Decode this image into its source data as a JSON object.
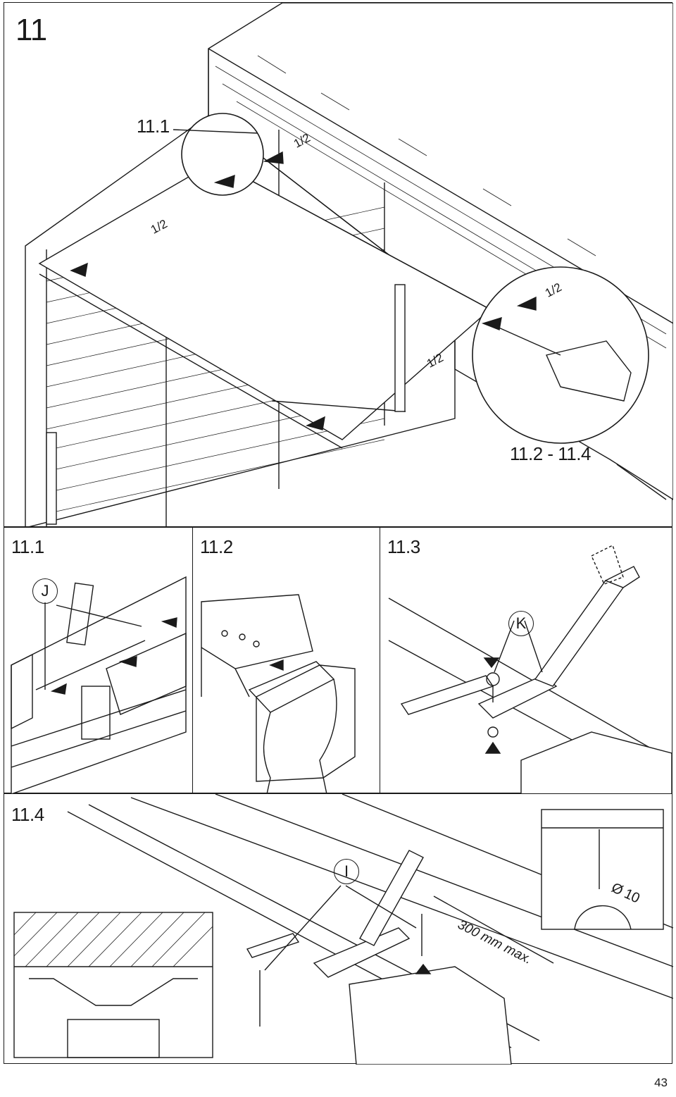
{
  "step": {
    "number": "11"
  },
  "overview": {
    "detail_label_top": "11.1",
    "detail_label_bottom": "11.2 - 11.4",
    "half_marks": [
      "1/2",
      "1/2",
      "1/2",
      "1/2"
    ]
  },
  "panels": [
    {
      "label": "11.1",
      "callout": "J"
    },
    {
      "label": "11.2"
    },
    {
      "label": "11.3",
      "callout": "K"
    },
    {
      "label": "11.4",
      "callout": "I",
      "dimension": "300 mm max.",
      "drill": "Ø 10"
    }
  ],
  "page": {
    "number": "43"
  }
}
